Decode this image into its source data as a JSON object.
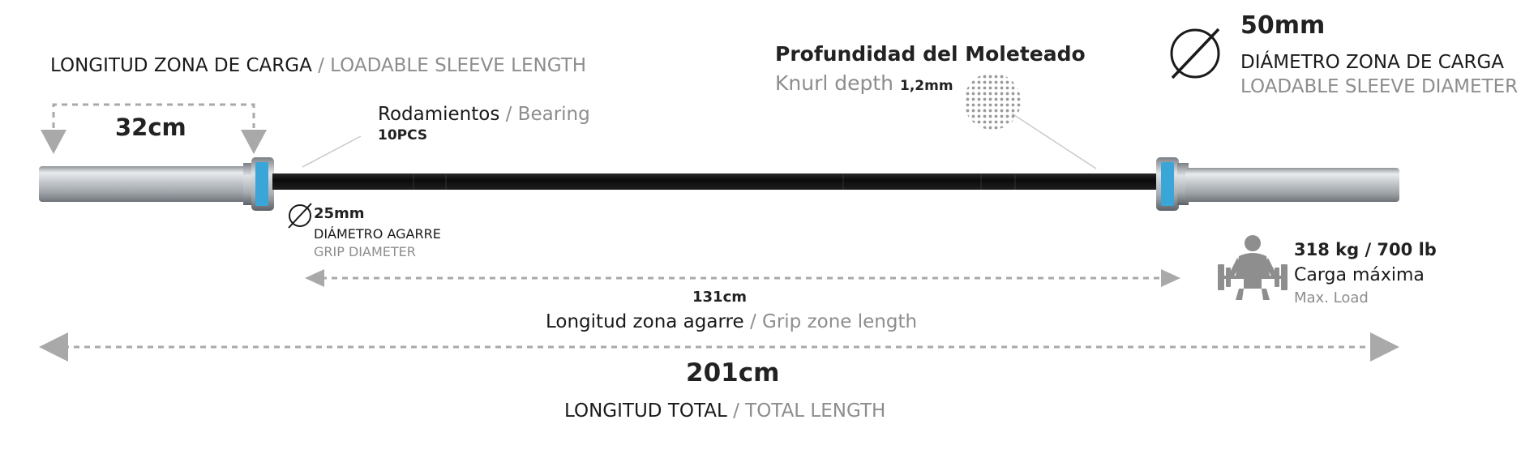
{
  "sleeve_length": {
    "label_es": "LONGITUD ZONA DE CARGA",
    "label_en": "/ LOADABLE SLEEVE LENGTH",
    "value": "32cm"
  },
  "bearing": {
    "label_es": "Rodamientos",
    "label_en": "/ Bearing",
    "value": "10PCS"
  },
  "knurl": {
    "label_es": "Profundidad del Moleteado",
    "label_en": "Knurl depth",
    "value": "1,2mm"
  },
  "sleeve_diameter": {
    "value": "50mm",
    "label_es": "DIÁMETRO ZONA DE CARGA",
    "label_en": "LOADABLE SLEEVE DIAMETER"
  },
  "grip_diameter": {
    "value": "25mm",
    "label_es": "DIÁMETRO AGARRE",
    "label_en": "GRIP DIAMETER"
  },
  "grip_length": {
    "value": "131cm",
    "label_es": "Longitud zona agarre",
    "label_en": "/ Grip zone length"
  },
  "max_load": {
    "value": "318 kg / 700 lb",
    "label_es": "Carga máxima",
    "label_en": "Max. Load"
  },
  "total_length": {
    "value": "201cm",
    "label_es": "LONGITUD TOTAL",
    "label_en": "/ TOTAL LENGTH"
  },
  "colors": {
    "shaft": "#111111",
    "sleeve": "#b8bcc0",
    "collar_accent": "#3aa6d8",
    "arrow": "#a9a9a9"
  },
  "icons": [
    "diameter-icon",
    "weightlifter-icon",
    "knurl-texture-icon",
    "dashed-arrow"
  ]
}
